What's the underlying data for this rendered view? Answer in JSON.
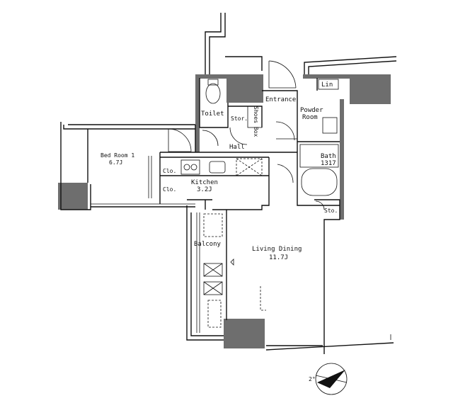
{
  "rooms": {
    "toilet": "Toilet",
    "storage": "Stor.",
    "shoes_box": "Shoes Box",
    "entrance": "Entrance",
    "powder_room_1": "Powder",
    "powder_room_2": "Room",
    "linen": "Lin",
    "hall": "Hall",
    "bedroom_name": "Bed Room 1",
    "bedroom_size": "6.7J",
    "closet_1": "Clo.",
    "closet_2": "Clo.",
    "kitchen_name": "Kitchen",
    "kitchen_size": "3.2J",
    "bath_name": "Bath",
    "bath_size": "1317",
    "storage_small": "Sto.",
    "balcony": "Balcony",
    "living_name": "Living Dining",
    "living_size": "11.7J"
  },
  "compass": {
    "label": "2°"
  }
}
